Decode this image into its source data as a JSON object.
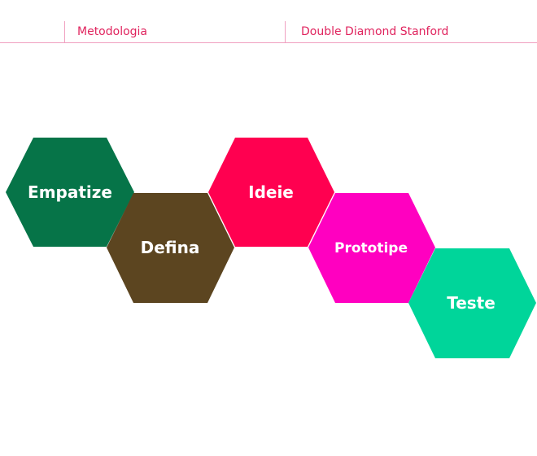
{
  "header": {
    "section": "Metodologia",
    "subject": "Double Diamond Stanford",
    "accent_color": "#e0245e"
  },
  "stages": [
    {
      "label": "Empatize",
      "color": "#067448"
    },
    {
      "label": "Defina",
      "color": "#5c4520"
    },
    {
      "label": "Ideie",
      "color": "#ff0050"
    },
    {
      "label": "Prototipe",
      "color": "#ff00c0"
    },
    {
      "label": "Teste",
      "color": "#00d59a"
    }
  ]
}
